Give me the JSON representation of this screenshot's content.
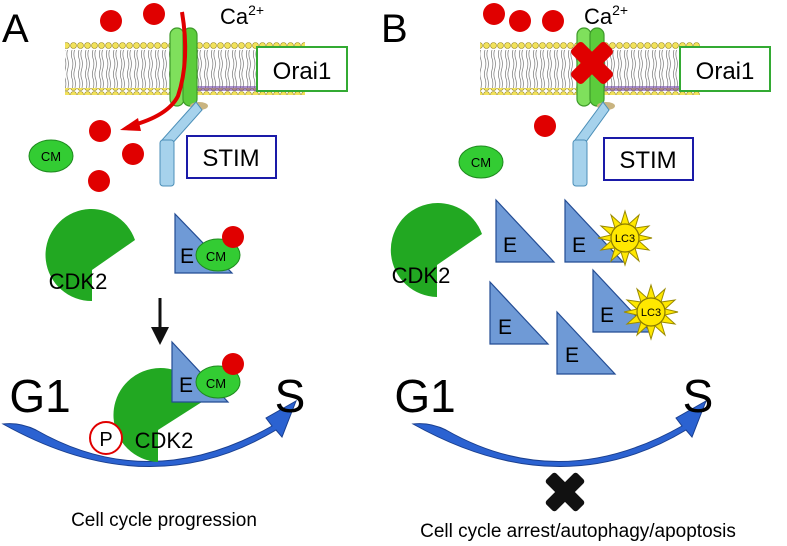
{
  "panel_a": {
    "panel_label": "A",
    "calcium_label": "Ca",
    "calcium_charge": "2+",
    "orai_label": "Orai1",
    "stim_label": "STIM",
    "cm_label": "CM",
    "cdk2_label": "CDK2",
    "cyclin_e_label": "E",
    "g1_label": "G1",
    "s_label": "S",
    "phospho_label": "P",
    "caption": "Cell cycle progression"
  },
  "panel_b": {
    "panel_label": "B",
    "calcium_label": "Ca",
    "calcium_charge": "2+",
    "orai_label": "Orai1",
    "stim_label": "STIM",
    "cm_label": "CM",
    "cdk2_label": "CDK2",
    "cyclin_e_label": "E",
    "lc3_label": "LC3",
    "g1_label": "G1",
    "s_label": "S",
    "caption": "Cell cycle arrest/autophagy/apoptosis"
  },
  "colors": {
    "calcium": "#e00000",
    "green_protein": "#22a822",
    "cm": "#33cc33",
    "cyclin": "#6f9ad6",
    "stim": "#8fc8e8",
    "orai_box": "#33aa33",
    "stim_box": "#1a1aa8",
    "lc3": "#ffe800",
    "cycle_arrow": "#2b62d1",
    "block_x": "#e00000"
  },
  "icons": {
    "membrane": "lipid-bilayer-icon",
    "orai_channel": "orai1-channel-icon",
    "stim_sensor": "stim-sensor-icon",
    "blocked_channel": "red-x-icon",
    "blocked_cycle": "black-x-icon"
  }
}
